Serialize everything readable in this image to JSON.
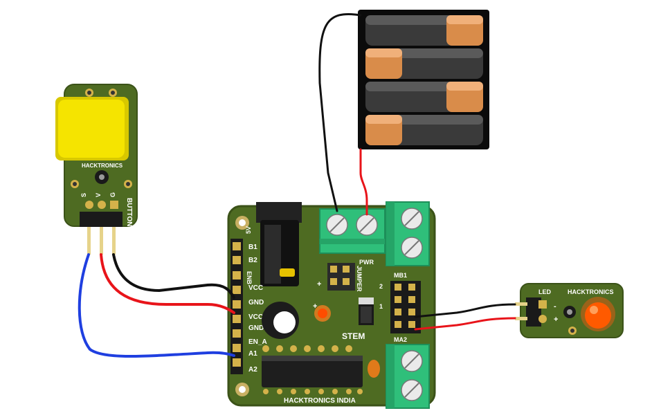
{
  "colors": {
    "pcb": "#4e6b22",
    "pcb_edge": "#3b5218",
    "terminal": "#2fbf7a",
    "wire_red": "#e8141a",
    "wire_black": "#111111",
    "wire_blue": "#1f3fe0",
    "button_cap": "#f5e400",
    "battery_copper": "#d98c4a",
    "battery_body": "#333333",
    "led": "#ff5a00"
  },
  "button_module": {
    "brand": "HACKTRONICS",
    "name": "BUTTON",
    "pin_s": "S",
    "pin_v": "V",
    "pin_g": "G"
  },
  "main_board": {
    "logo": "STEM",
    "brand": "HACKTRONICS INDIA",
    "power_label": "5V",
    "enb_label": "ENB",
    "pwr_label": "PWR",
    "jumper_label": "JUMPER",
    "mb1_label": "MB1",
    "ma2_label": "MA2",
    "pin_labels": [
      "B1",
      "B2",
      "VCC",
      "GND",
      "VCC",
      "GND",
      "EN_A",
      "A1",
      "A2"
    ],
    "jumper_num_1": "1",
    "jumper_num_2": "2",
    "plus_1": "+",
    "plus_2": "+"
  },
  "led_module": {
    "label": "LED",
    "brand": "HACKTRONICS",
    "minus": "-",
    "plus": "+"
  }
}
